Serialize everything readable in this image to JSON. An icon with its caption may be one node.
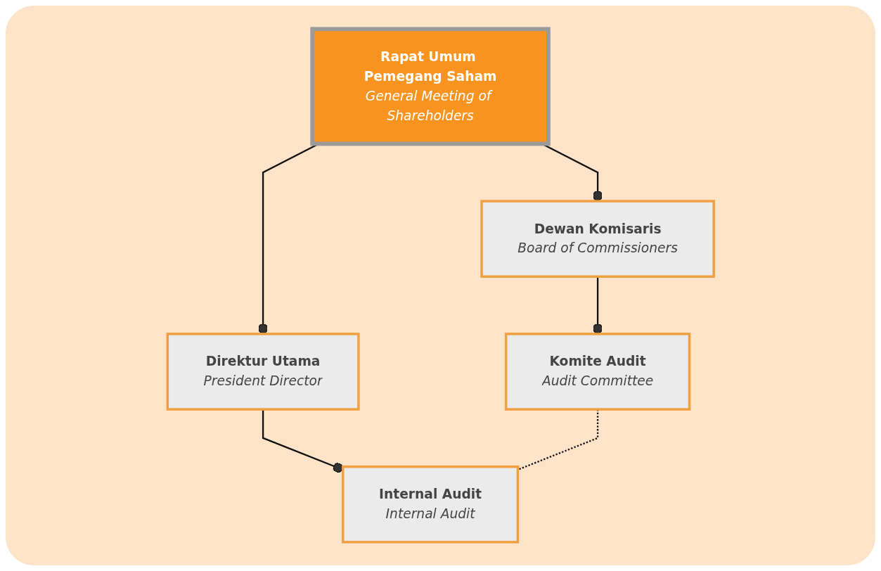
{
  "diagram": {
    "nodes": [
      {
        "text": [
          "Rapat Umum Pemegang Saham",
          "General Meeting of Shareholders"
        ]
      },
      {
        "text": [
          "Dewan Komisaris",
          "Board of Commissioners"
        ]
      },
      {
        "text": [
          "Direktur Utama",
          "President Director"
        ]
      },
      {
        "text": [
          "Komite Audit",
          "Audit Committee"
        ]
      },
      {
        "text": [
          "Internal Audit",
          "Internal Audit"
        ]
      }
    ],
    "edges": [
      {
        "from": 0,
        "to": 1,
        "arrow": "other"
      },
      {
        "from": 0,
        "to": 2,
        "arrow": "other"
      },
      {
        "from": 1,
        "to": 3,
        "arrow": "other"
      },
      {
        "from": 2,
        "to": 4,
        "arrow": "other"
      },
      {
        "from": 3,
        "to": 4,
        "arrow": "none",
        "style": "dashed"
      }
    ]
  }
}
